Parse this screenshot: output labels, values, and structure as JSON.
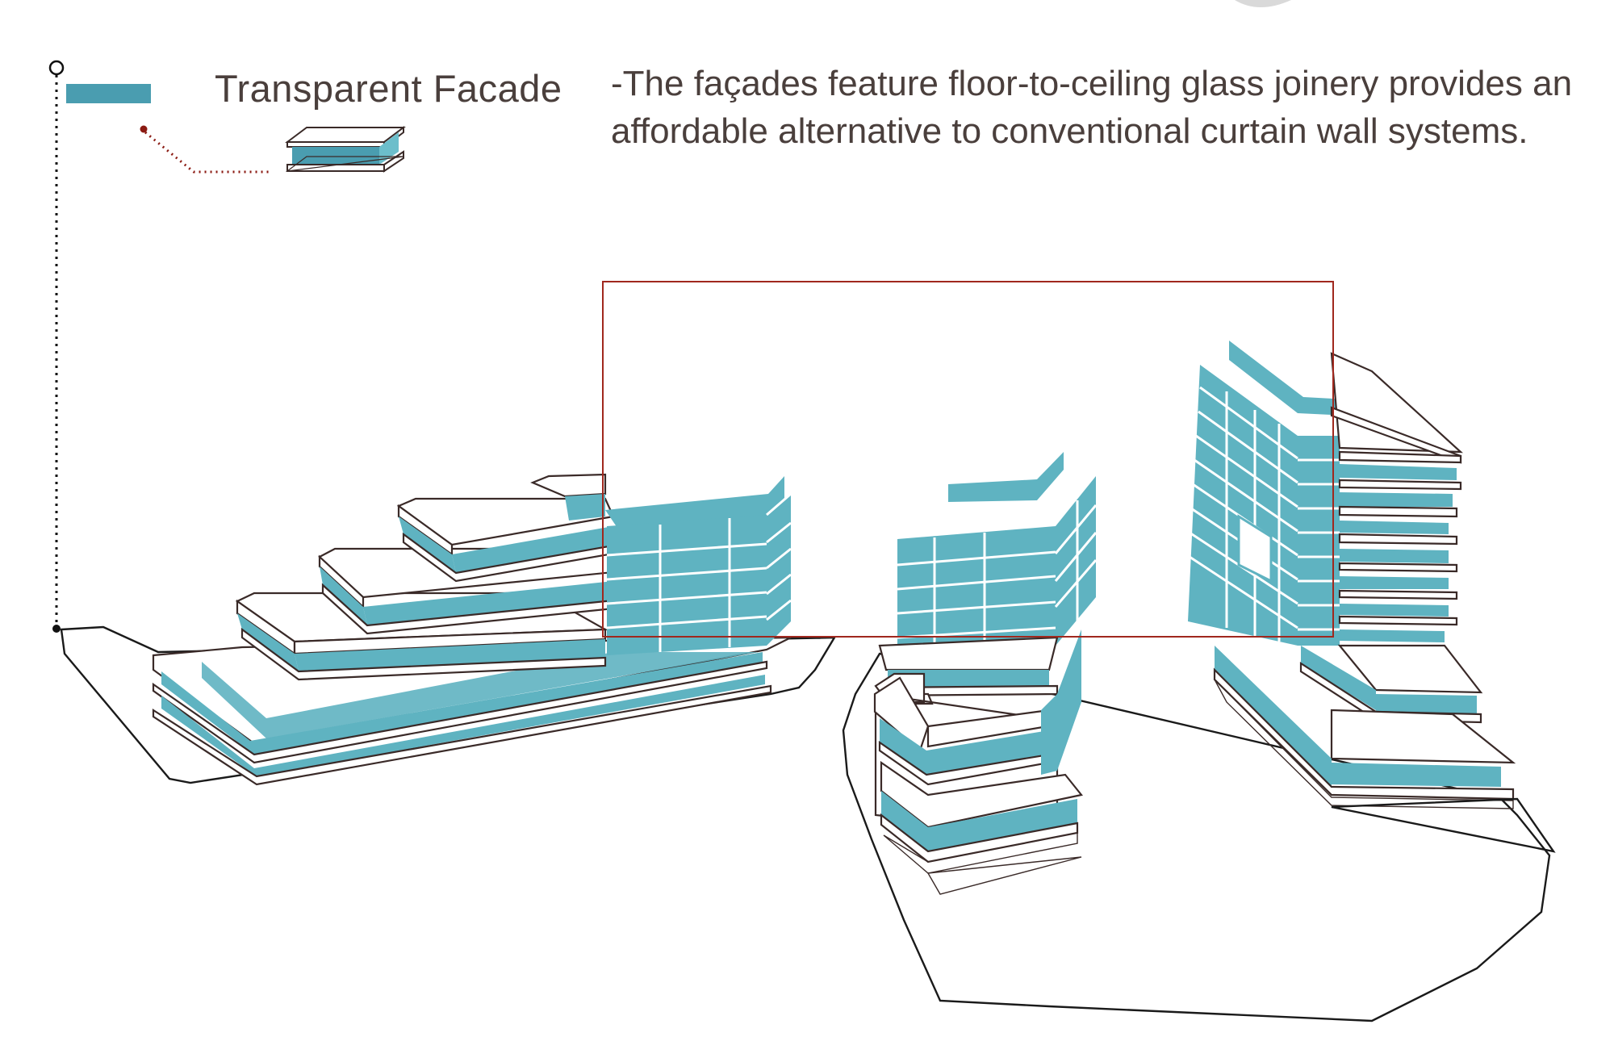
{
  "legend": {
    "label": "Transparent Facade"
  },
  "description": {
    "lines": [
      "-The façades feature floor-to-ceiling glass joinery provides an",
      "affordable alternative to conventional curtain wall systems."
    ]
  },
  "colors": {
    "glass": "#5fb3c1",
    "glass_swatch": "#4a9db0",
    "slab_stroke": "#3a2a28",
    "highlight_frame": "#a0281e",
    "leader_dotted_red": "#8b1a12",
    "text": "#4a3f3c",
    "site_outline": "#1a1a1a"
  },
  "icons": {
    "legend_swatch": "rect",
    "legend_slab": "slab-section-icon"
  }
}
